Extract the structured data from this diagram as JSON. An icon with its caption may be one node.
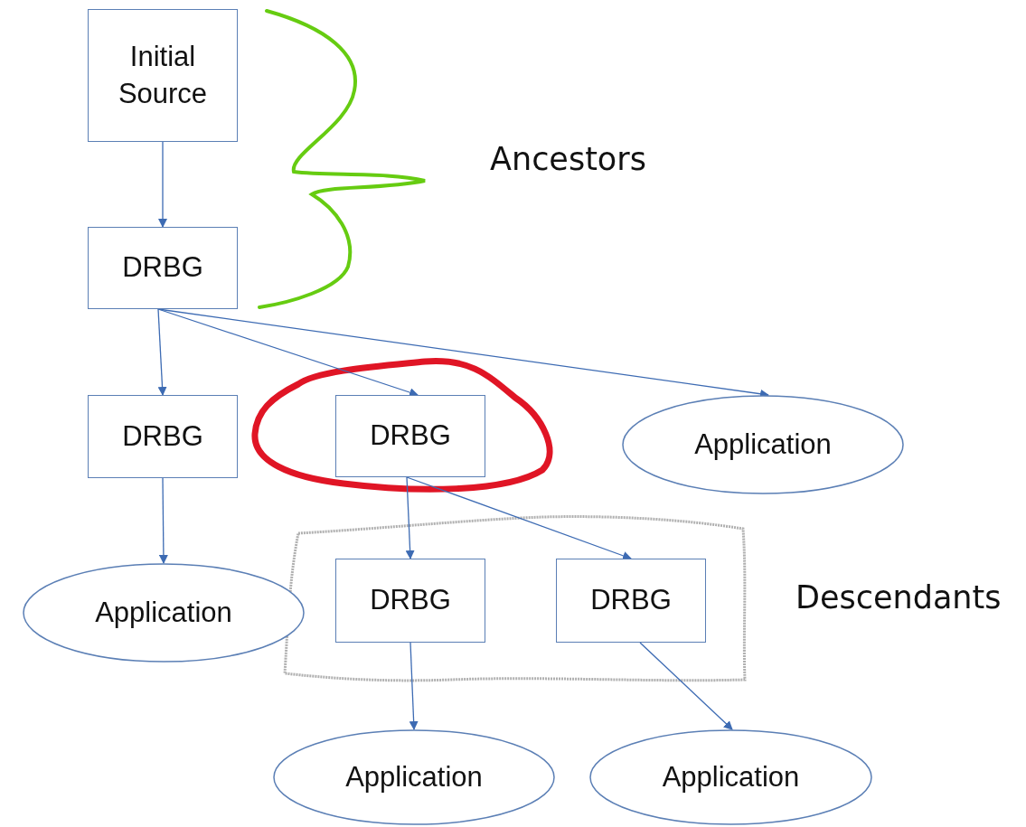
{
  "diagram": {
    "nodes": [
      {
        "text": [
          "Initial Source"
        ]
      },
      {
        "text": [
          "DRBG"
        ]
      },
      {
        "text": [
          "DRBG"
        ]
      },
      {
        "text": [
          "DRBG"
        ]
      },
      {
        "text": [
          "Application"
        ]
      },
      {
        "text": [
          "Application"
        ]
      },
      {
        "text": [
          "DRBG"
        ]
      },
      {
        "text": [
          "DRBG"
        ]
      },
      {
        "text": [
          "Application"
        ]
      },
      {
        "text": [
          "Application"
        ]
      }
    ],
    "edges": [
      {
        "from": 0,
        "to": 1,
        "arrow": "to"
      },
      {
        "from": 1,
        "to": 2,
        "arrow": "to"
      },
      {
        "from": 1,
        "to": 3,
        "arrow": "to"
      },
      {
        "from": 1,
        "to": 4,
        "arrow": "to"
      },
      {
        "from": 2,
        "to": 5,
        "arrow": "to"
      },
      {
        "from": 3,
        "to": 6,
        "arrow": "to"
      },
      {
        "from": 3,
        "to": 7,
        "arrow": "to"
      },
      {
        "from": 6,
        "to": 8,
        "arrow": "to"
      },
      {
        "from": 7,
        "to": 9,
        "arrow": "to"
      }
    ],
    "labels": [
      "Ancestors",
      "Descendants"
    ]
  }
}
